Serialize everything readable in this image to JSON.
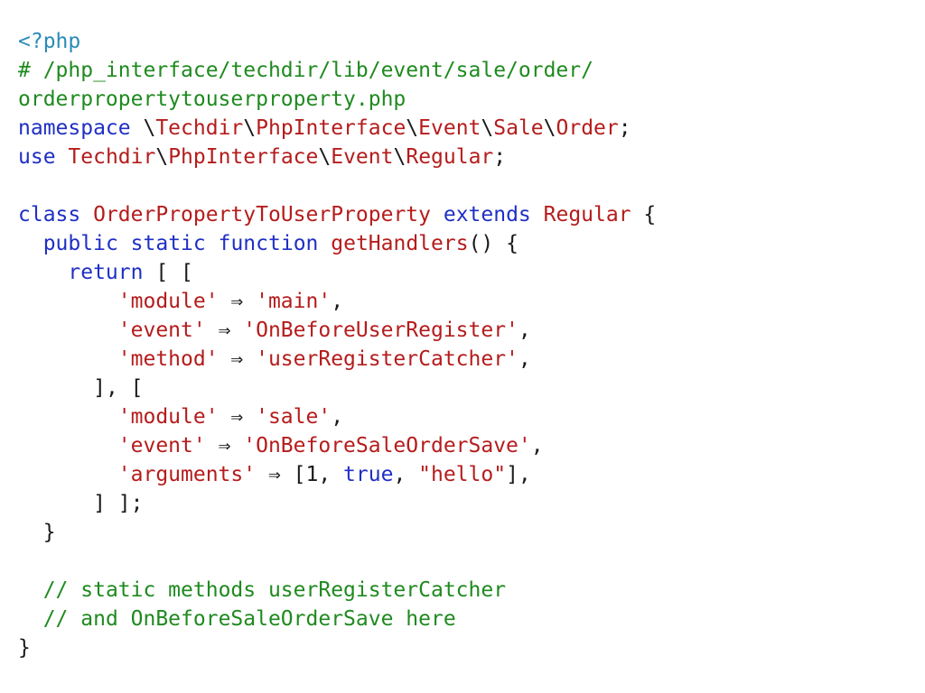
{
  "code": {
    "language": "php",
    "lines": [
      [
        {
          "t": "tag",
          "v": "<?php"
        }
      ],
      [
        {
          "t": "comment",
          "v": "# /php_interface/techdir/lib/event/sale/order/"
        }
      ],
      [
        {
          "t": "comment",
          "v": "orderpropertytouserproperty.php"
        }
      ],
      [
        {
          "t": "kw",
          "v": "namespace"
        },
        {
          "t": "plain",
          "v": " \\"
        },
        {
          "t": "name",
          "v": "Techdir"
        },
        {
          "t": "plain",
          "v": "\\"
        },
        {
          "t": "name",
          "v": "PhpInterface"
        },
        {
          "t": "plain",
          "v": "\\"
        },
        {
          "t": "name",
          "v": "Event"
        },
        {
          "t": "plain",
          "v": "\\"
        },
        {
          "t": "name",
          "v": "Sale"
        },
        {
          "t": "plain",
          "v": "\\"
        },
        {
          "t": "name",
          "v": "Order"
        },
        {
          "t": "punct",
          "v": ";"
        }
      ],
      [
        {
          "t": "kw",
          "v": "use"
        },
        {
          "t": "plain",
          "v": " "
        },
        {
          "t": "name",
          "v": "Techdir"
        },
        {
          "t": "plain",
          "v": "\\"
        },
        {
          "t": "name",
          "v": "PhpInterface"
        },
        {
          "t": "plain",
          "v": "\\"
        },
        {
          "t": "name",
          "v": "Event"
        },
        {
          "t": "plain",
          "v": "\\"
        },
        {
          "t": "name",
          "v": "Regular"
        },
        {
          "t": "punct",
          "v": ";"
        }
      ],
      [],
      [
        {
          "t": "kw",
          "v": "class"
        },
        {
          "t": "plain",
          "v": " "
        },
        {
          "t": "name",
          "v": "OrderPropertyToUserProperty"
        },
        {
          "t": "plain",
          "v": " "
        },
        {
          "t": "kw",
          "v": "extends"
        },
        {
          "t": "plain",
          "v": " "
        },
        {
          "t": "name",
          "v": "Regular"
        },
        {
          "t": "punct",
          "v": " {"
        }
      ],
      [
        {
          "t": "plain",
          "v": "  "
        },
        {
          "t": "kw",
          "v": "public"
        },
        {
          "t": "plain",
          "v": " "
        },
        {
          "t": "kw",
          "v": "static"
        },
        {
          "t": "plain",
          "v": " "
        },
        {
          "t": "kw",
          "v": "function"
        },
        {
          "t": "plain",
          "v": " "
        },
        {
          "t": "name",
          "v": "getHandlers"
        },
        {
          "t": "punct",
          "v": "() {"
        }
      ],
      [
        {
          "t": "plain",
          "v": "    "
        },
        {
          "t": "kw",
          "v": "return"
        },
        {
          "t": "punct",
          "v": " [ ["
        }
      ],
      [
        {
          "t": "plain",
          "v": "        "
        },
        {
          "t": "str",
          "v": "'module'"
        },
        {
          "t": "punct",
          "v": " ⇒ "
        },
        {
          "t": "str",
          "v": "'main'"
        },
        {
          "t": "punct",
          "v": ","
        }
      ],
      [
        {
          "t": "plain",
          "v": "        "
        },
        {
          "t": "str",
          "v": "'event'"
        },
        {
          "t": "punct",
          "v": " ⇒ "
        },
        {
          "t": "str",
          "v": "'OnBeforeUserRegister'"
        },
        {
          "t": "punct",
          "v": ","
        }
      ],
      [
        {
          "t": "plain",
          "v": "        "
        },
        {
          "t": "str",
          "v": "'method'"
        },
        {
          "t": "punct",
          "v": " ⇒ "
        },
        {
          "t": "str",
          "v": "'userRegisterCatcher'"
        },
        {
          "t": "punct",
          "v": ","
        }
      ],
      [
        {
          "t": "plain",
          "v": "      "
        },
        {
          "t": "punct",
          "v": "], ["
        }
      ],
      [
        {
          "t": "plain",
          "v": "        "
        },
        {
          "t": "str",
          "v": "'module'"
        },
        {
          "t": "punct",
          "v": " ⇒ "
        },
        {
          "t": "str",
          "v": "'sale'"
        },
        {
          "t": "punct",
          "v": ","
        }
      ],
      [
        {
          "t": "plain",
          "v": "        "
        },
        {
          "t": "str",
          "v": "'event'"
        },
        {
          "t": "punct",
          "v": " ⇒ "
        },
        {
          "t": "str",
          "v": "'OnBeforeSaleOrderSave'"
        },
        {
          "t": "punct",
          "v": ","
        }
      ],
      [
        {
          "t": "plain",
          "v": "        "
        },
        {
          "t": "str",
          "v": "'arguments'"
        },
        {
          "t": "punct",
          "v": " ⇒ [1, "
        },
        {
          "t": "bool",
          "v": "true"
        },
        {
          "t": "punct",
          "v": ", "
        },
        {
          "t": "str",
          "v": "\"hello\""
        },
        {
          "t": "punct",
          "v": "],"
        }
      ],
      [
        {
          "t": "plain",
          "v": "      "
        },
        {
          "t": "punct",
          "v": "] ];"
        }
      ],
      [
        {
          "t": "plain",
          "v": "  "
        },
        {
          "t": "punct",
          "v": "}"
        }
      ],
      [],
      [
        {
          "t": "plain",
          "v": "  "
        },
        {
          "t": "comment",
          "v": "// static methods userRegisterCatcher"
        }
      ],
      [
        {
          "t": "plain",
          "v": "  "
        },
        {
          "t": "comment",
          "v": "// and OnBeforeSaleOrderSave here"
        }
      ],
      [
        {
          "t": "punct",
          "v": "}"
        }
      ]
    ]
  },
  "colors": {
    "tag": "#2a8bb8",
    "comment": "#1f8a1f",
    "keyword": "#1f2fc4",
    "name": "#b51c1c",
    "string": "#b51c1c",
    "text": "#1a1a1a",
    "background": "#ffffff"
  }
}
